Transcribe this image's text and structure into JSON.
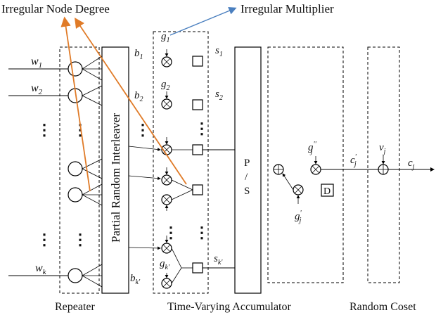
{
  "annotations": {
    "irregular_node_degree": "Irregular Node Degree",
    "irregular_multiplier": "Irregular Multiplier",
    "orange_color": "#e07b28",
    "blue_color": "#4a7fbf"
  },
  "inputs": {
    "w1": "w",
    "w1_sub": "1",
    "w2": "w",
    "w2_sub": "2",
    "wk": "w",
    "wk_sub": "k"
  },
  "interleaver": {
    "label": "Partial Random Interleaver"
  },
  "accumulator": {
    "b1": "b",
    "b1_sub": "1",
    "b2": "b",
    "b2_sub": "2",
    "bk": "b",
    "bk_sub": "k'",
    "g1": "g",
    "g1_sub": "1",
    "g2": "g",
    "g2_sub": "2",
    "gk": "g",
    "gk_sub": "k'",
    "s1": "s",
    "s1_sub": "1",
    "s2": "s",
    "s2_sub": "2",
    "sk": "s",
    "sk_sub": "k'"
  },
  "ps": {
    "p": "P",
    "slash": "/",
    "s": "S"
  },
  "coset": {
    "g_pp": "g",
    "g_pp_sub": "j",
    "g_pp_sup": "''",
    "g_p": "g",
    "g_p_sub": "j",
    "g_p_sup": "'",
    "delay": "D",
    "c_prime": "c",
    "c_prime_sub": "j",
    "c_prime_sup": "'",
    "v": "v",
    "v_sub": "j",
    "c": "c",
    "c_sub": "j"
  },
  "sections": {
    "repeater": "Repeater",
    "accumulator": "Time-Varying Accumulator",
    "random_coset": "Random Coset"
  },
  "ellipsis": "⋮"
}
